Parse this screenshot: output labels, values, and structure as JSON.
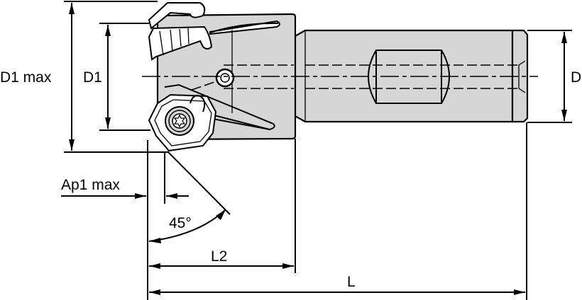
{
  "drawing": {
    "type": "technical-dimension-drawing",
    "subject": "end mill / milling cutter with inserts",
    "colors": {
      "line": "#000000",
      "body_fill": "#d6d6d6",
      "background": "#ffffff"
    },
    "labels": {
      "d1_max": "D1 max",
      "d1": "D1",
      "d": "D",
      "ap1_max": "Ap1 max",
      "angle": "45°",
      "l2": "L2",
      "l": "L"
    }
  }
}
